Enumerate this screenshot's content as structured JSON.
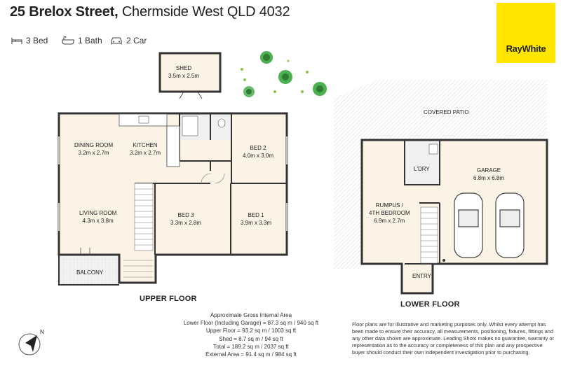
{
  "header": {
    "street": "25 Brelox Street,",
    "suburb": "Chermside West QLD 4032"
  },
  "features": [
    {
      "icon": "bed-icon",
      "label": "3 Bed"
    },
    {
      "icon": "bath-icon",
      "label": "1 Bath"
    },
    {
      "icon": "car-icon",
      "label": "2 Car"
    }
  ],
  "brand": {
    "name": "RayWhite",
    "color": "#ffe600"
  },
  "rooms": {
    "shed": {
      "name": "SHED",
      "size": "3.5m x 2.5m"
    },
    "dining": {
      "name": "DINING ROOM",
      "size": "3.2m x 2.7m"
    },
    "kitchen": {
      "name": "KITCHEN",
      "size": "3.2m x 2.7m"
    },
    "bed2": {
      "name": "BED 2",
      "size": "4.0m x 3.0m"
    },
    "living": {
      "name": "LIVING ROOM",
      "size": "4.3m x 3.8m"
    },
    "bed3": {
      "name": "BED 3",
      "size": "3.3m x 2.8m"
    },
    "bed1": {
      "name": "BED 1",
      "size": "3.9m x 3.3m"
    },
    "balcony": {
      "name": "BALCONY"
    },
    "patio": {
      "name": "COVERED PATIO"
    },
    "laundry": {
      "name": "L'DRY"
    },
    "garage": {
      "name": "GARAGE",
      "size": "6.8m x 6.8m"
    },
    "rumpus": {
      "name": "RUMPUS /",
      "name2": "4TH BEDROOM",
      "size": "6.9m x 2.7m"
    },
    "entry": {
      "name": "ENTRY"
    }
  },
  "floors": {
    "upper": "UPPER FLOOR",
    "lower": "LOWER FLOOR"
  },
  "areas": {
    "title": "Approximate Gross Internal Area",
    "lines": [
      "Lower Floor (Including Garage) = 87.3 sq m / 940 sq ft",
      "Upper Floor = 93.2 sq m / 1003 sq ft",
      "Shed = 8.7 sq m / 94 sq ft",
      "Total = 189.2 sq m / 2037 sq ft",
      "External Area = 91.4 sq m / 984 sq ft"
    ]
  },
  "disclaimer": "Floor plans are for illustrative and marketing purposes only. Whilst every attempt has been made to ensure their accuracy, all measurements, positioning, fixtures, fittings and any other data shown are approximate. Leading Shots makes no guarantee, warranty or representation as to the accuracy or completeness of this plan and any prospective buyer should conduct their own independent investigation prior to purchasing.",
  "compass": {
    "north": "N"
  }
}
